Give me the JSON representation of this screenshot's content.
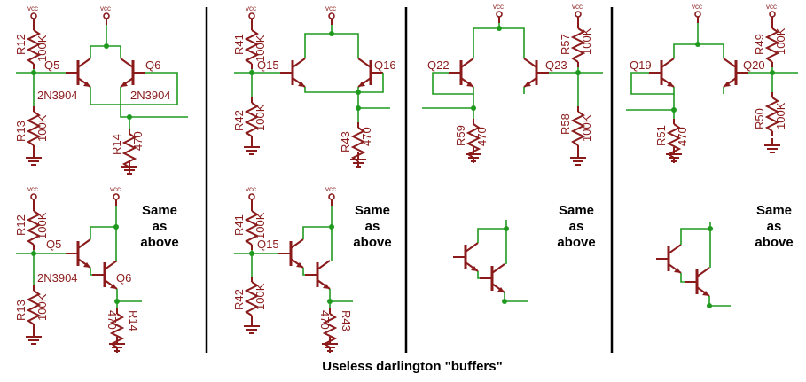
{
  "caption": "Useless darlington \"buffers\"",
  "same_note": [
    "Same",
    "as",
    "above"
  ],
  "vcc": "vcc",
  "panel1": {
    "top": {
      "r_top": "R12",
      "r_top_val": "100K",
      "r_bot": "R13",
      "r_bot_val": "100K",
      "q_left": "Q5",
      "q_right": "Q6",
      "part_left": "2N3904",
      "part_right": "2N3904",
      "r_emit": "R14",
      "r_emit_val": "470"
    },
    "bottom": {
      "r_top": "R12",
      "r_top_val": "100K",
      "r_bot": "R13",
      "r_bot_val": "100K",
      "q_left": "Q5",
      "q_right": "Q6",
      "part_left": "2N3904",
      "r_emit": "R14",
      "r_emit_val": "470"
    }
  },
  "panel2": {
    "top": {
      "r_top": "R41",
      "r_top_val": "100K",
      "r_bot": "R42",
      "r_bot_val": "100K",
      "q_left": "Q15",
      "q_right": "Q16",
      "r_emit": "R43",
      "r_emit_val": "470"
    },
    "bottom": {
      "r_top": "R41",
      "r_top_val": "100K",
      "r_bot": "R42",
      "r_bot_val": "100K",
      "q_left": "Q15",
      "r_emit": "R43",
      "r_emit_val": "470"
    }
  },
  "panel3": {
    "top": {
      "q_left": "Q22",
      "q_right": "Q23",
      "r_top": "R57",
      "r_top_val": "100K",
      "r_bot": "R58",
      "r_bot_val": "100K",
      "r_emit": "R59",
      "r_emit_val": "470"
    }
  },
  "panel4": {
    "top": {
      "q_left": "Q19",
      "q_right": "Q20",
      "r_top": "R49",
      "r_top_val": "100K",
      "r_bot": "R50",
      "r_bot_val": "100K",
      "r_emit": "R51",
      "r_emit_val": "470"
    }
  }
}
